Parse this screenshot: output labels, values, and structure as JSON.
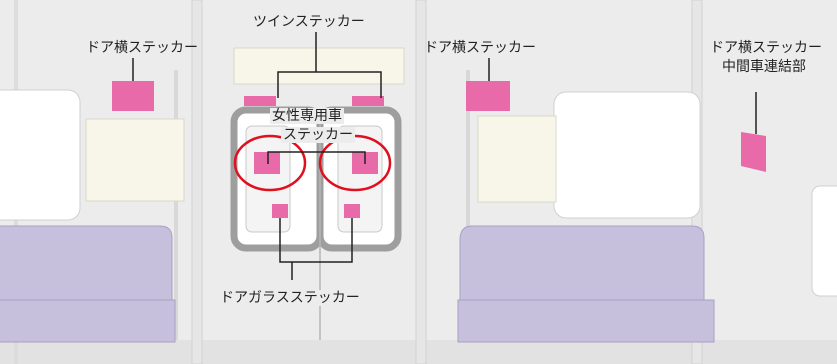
{
  "labels": {
    "door_left": "ドア横ステッカー",
    "twin": "ツインステッカー",
    "door_right": "ドア横ステッカー",
    "door_corner_line1": "ドア横ステッカー",
    "door_corner_line2": "中間車連結部",
    "women_line1": "女性専用車",
    "women_line2": "ステッカー",
    "door_glass": "ドアガラスステッカー"
  },
  "colors": {
    "wall": "#ececec",
    "panel": "#f7f6e9",
    "sticker": "#e86aa8",
    "seat": "#c7c0dc",
    "seat_edge": "#a89fc4",
    "door_frame": "#9e9e9e",
    "highlight": "#e0101e",
    "line": "#222222"
  }
}
